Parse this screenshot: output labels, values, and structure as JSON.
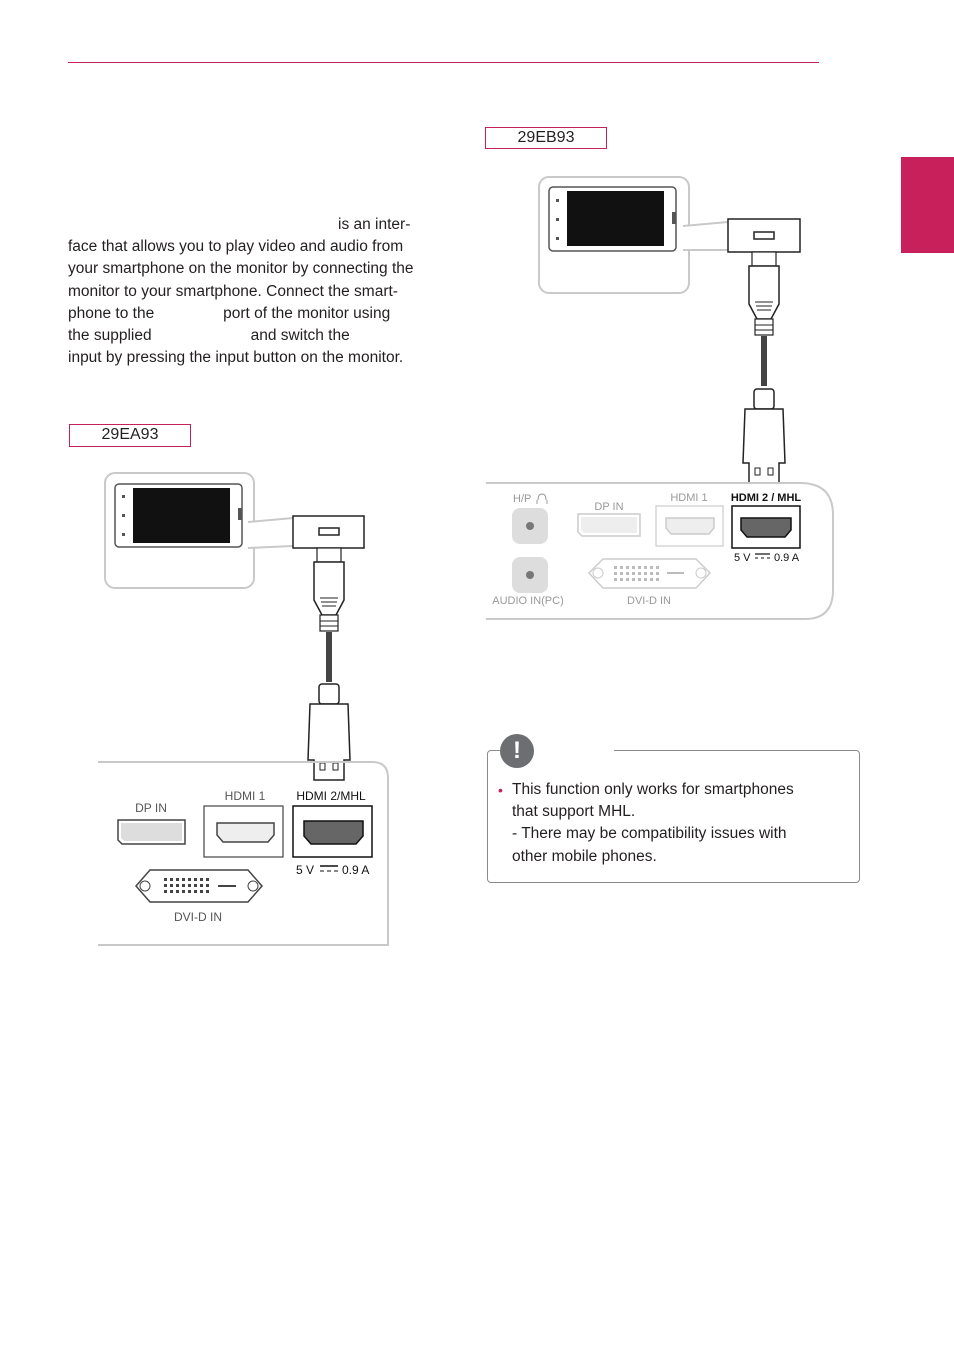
{
  "paragraph": {
    "lines": [
      "is an inter-",
      "face that allows you to play video and audio from",
      "your smartphone on the monitor by connecting the",
      "monitor to your smartphone. Connect the smart-",
      "phone to the                port of the monitor using",
      "the supplied                       and switch the",
      "input by pressing the input button on the monitor."
    ]
  },
  "models": {
    "left": "29EA93",
    "right": "29EB93"
  },
  "ports_left": {
    "dp_in": "DP IN",
    "hdmi1": "HDMI 1",
    "hdmi2_mhl": "HDMI 2/MHL",
    "dvi": "DVI-D IN",
    "power_v": "5 V",
    "power_a": "0.9 A"
  },
  "ports_right": {
    "hp": "H/P",
    "dp_in": "DP IN",
    "hdmi1": "HDMI 1",
    "hdmi2_mhl": "HDMI 2 / MHL",
    "audio_in": "AUDIO IN(PC)",
    "dvi": "DVI-D IN",
    "power_v": "5 V",
    "power_a": "0.9 A"
  },
  "note": {
    "icon": "exclamation-icon",
    "icon_glyph": "!",
    "bullet": "•",
    "lines": [
      "This function only works for smartphones",
      "that support MHL.",
      "- There may be compatibility issues with",
      "other mobile phones."
    ]
  },
  "colors": {
    "accent": "#c8205a",
    "text": "#231f20",
    "line_gray": "#b3b3b3"
  }
}
